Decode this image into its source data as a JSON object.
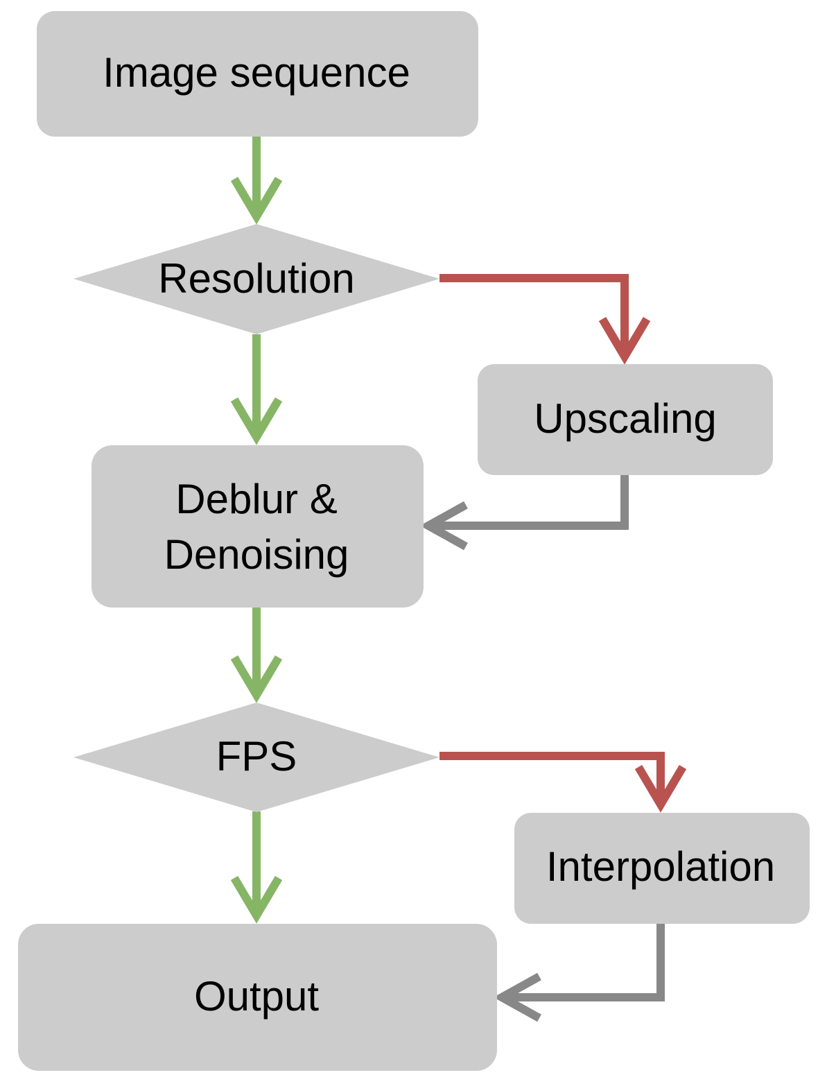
{
  "colors": {
    "node_fill": "#cccccc",
    "flow_main": "#86b566",
    "flow_branch": "#b9534f",
    "flow_return": "#888888"
  },
  "nodes": {
    "image_sequence": "Image sequence",
    "resolution": "Resolution",
    "upscaling": "Upscaling",
    "deblur_line1": "Deblur &",
    "deblur_line2": "Denoising",
    "fps": "FPS",
    "interpolation": "Interpolation",
    "output": "Output"
  }
}
